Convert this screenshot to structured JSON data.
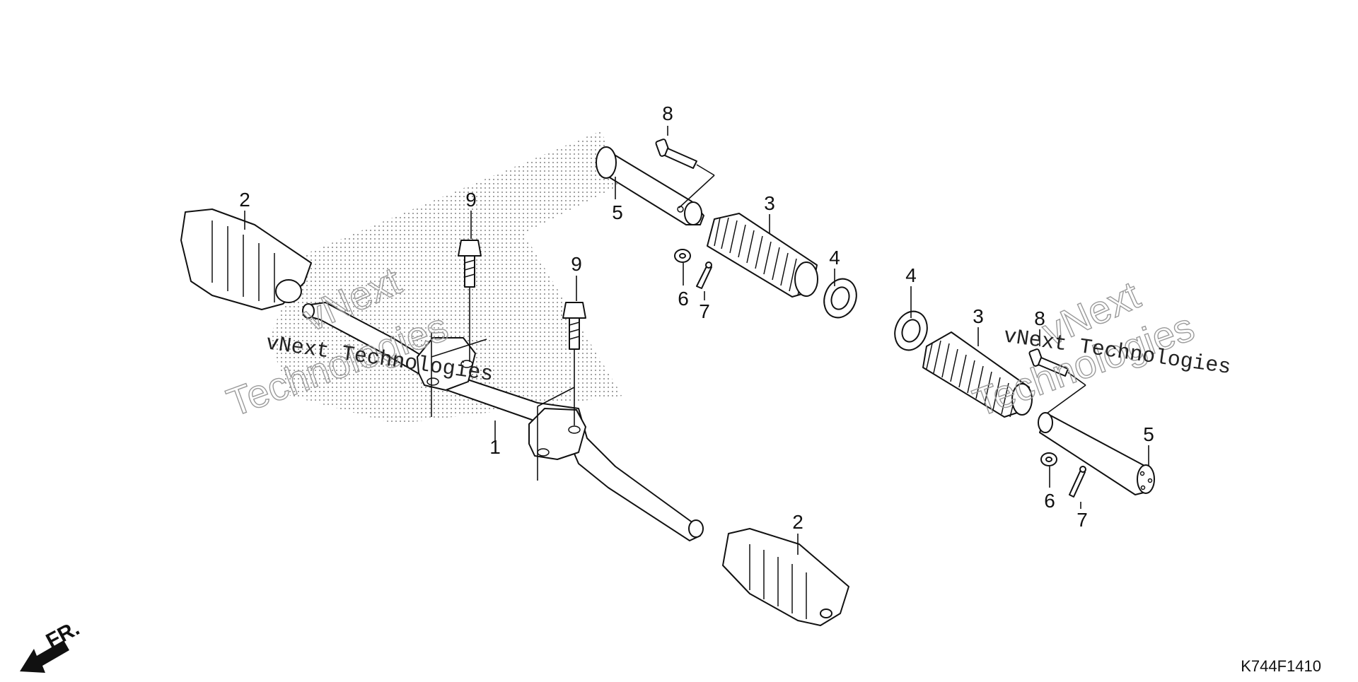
{
  "callouts": {
    "c1": "1",
    "c2_left": "2",
    "c2_right": "2",
    "c3_upper": "3",
    "c3_lower": "3",
    "c4_upper": "4",
    "c4_lower": "4",
    "c5_upper": "5",
    "c5_lower": "5",
    "c6_upper": "6",
    "c6_lower": "6",
    "c7_upper": "7",
    "c7_lower": "7",
    "c8_upper": "8",
    "c8_lower": "8",
    "c9_left": "9",
    "c9_right": "9"
  },
  "watermark": {
    "line_a": "vNext",
    "line_b": "Technologies",
    "full": "vNext Technologies"
  },
  "front_indicator": "FR.",
  "diagram_code": "K744F1410",
  "icons": {
    "front_arrow": "arrow-down-left-icon"
  }
}
